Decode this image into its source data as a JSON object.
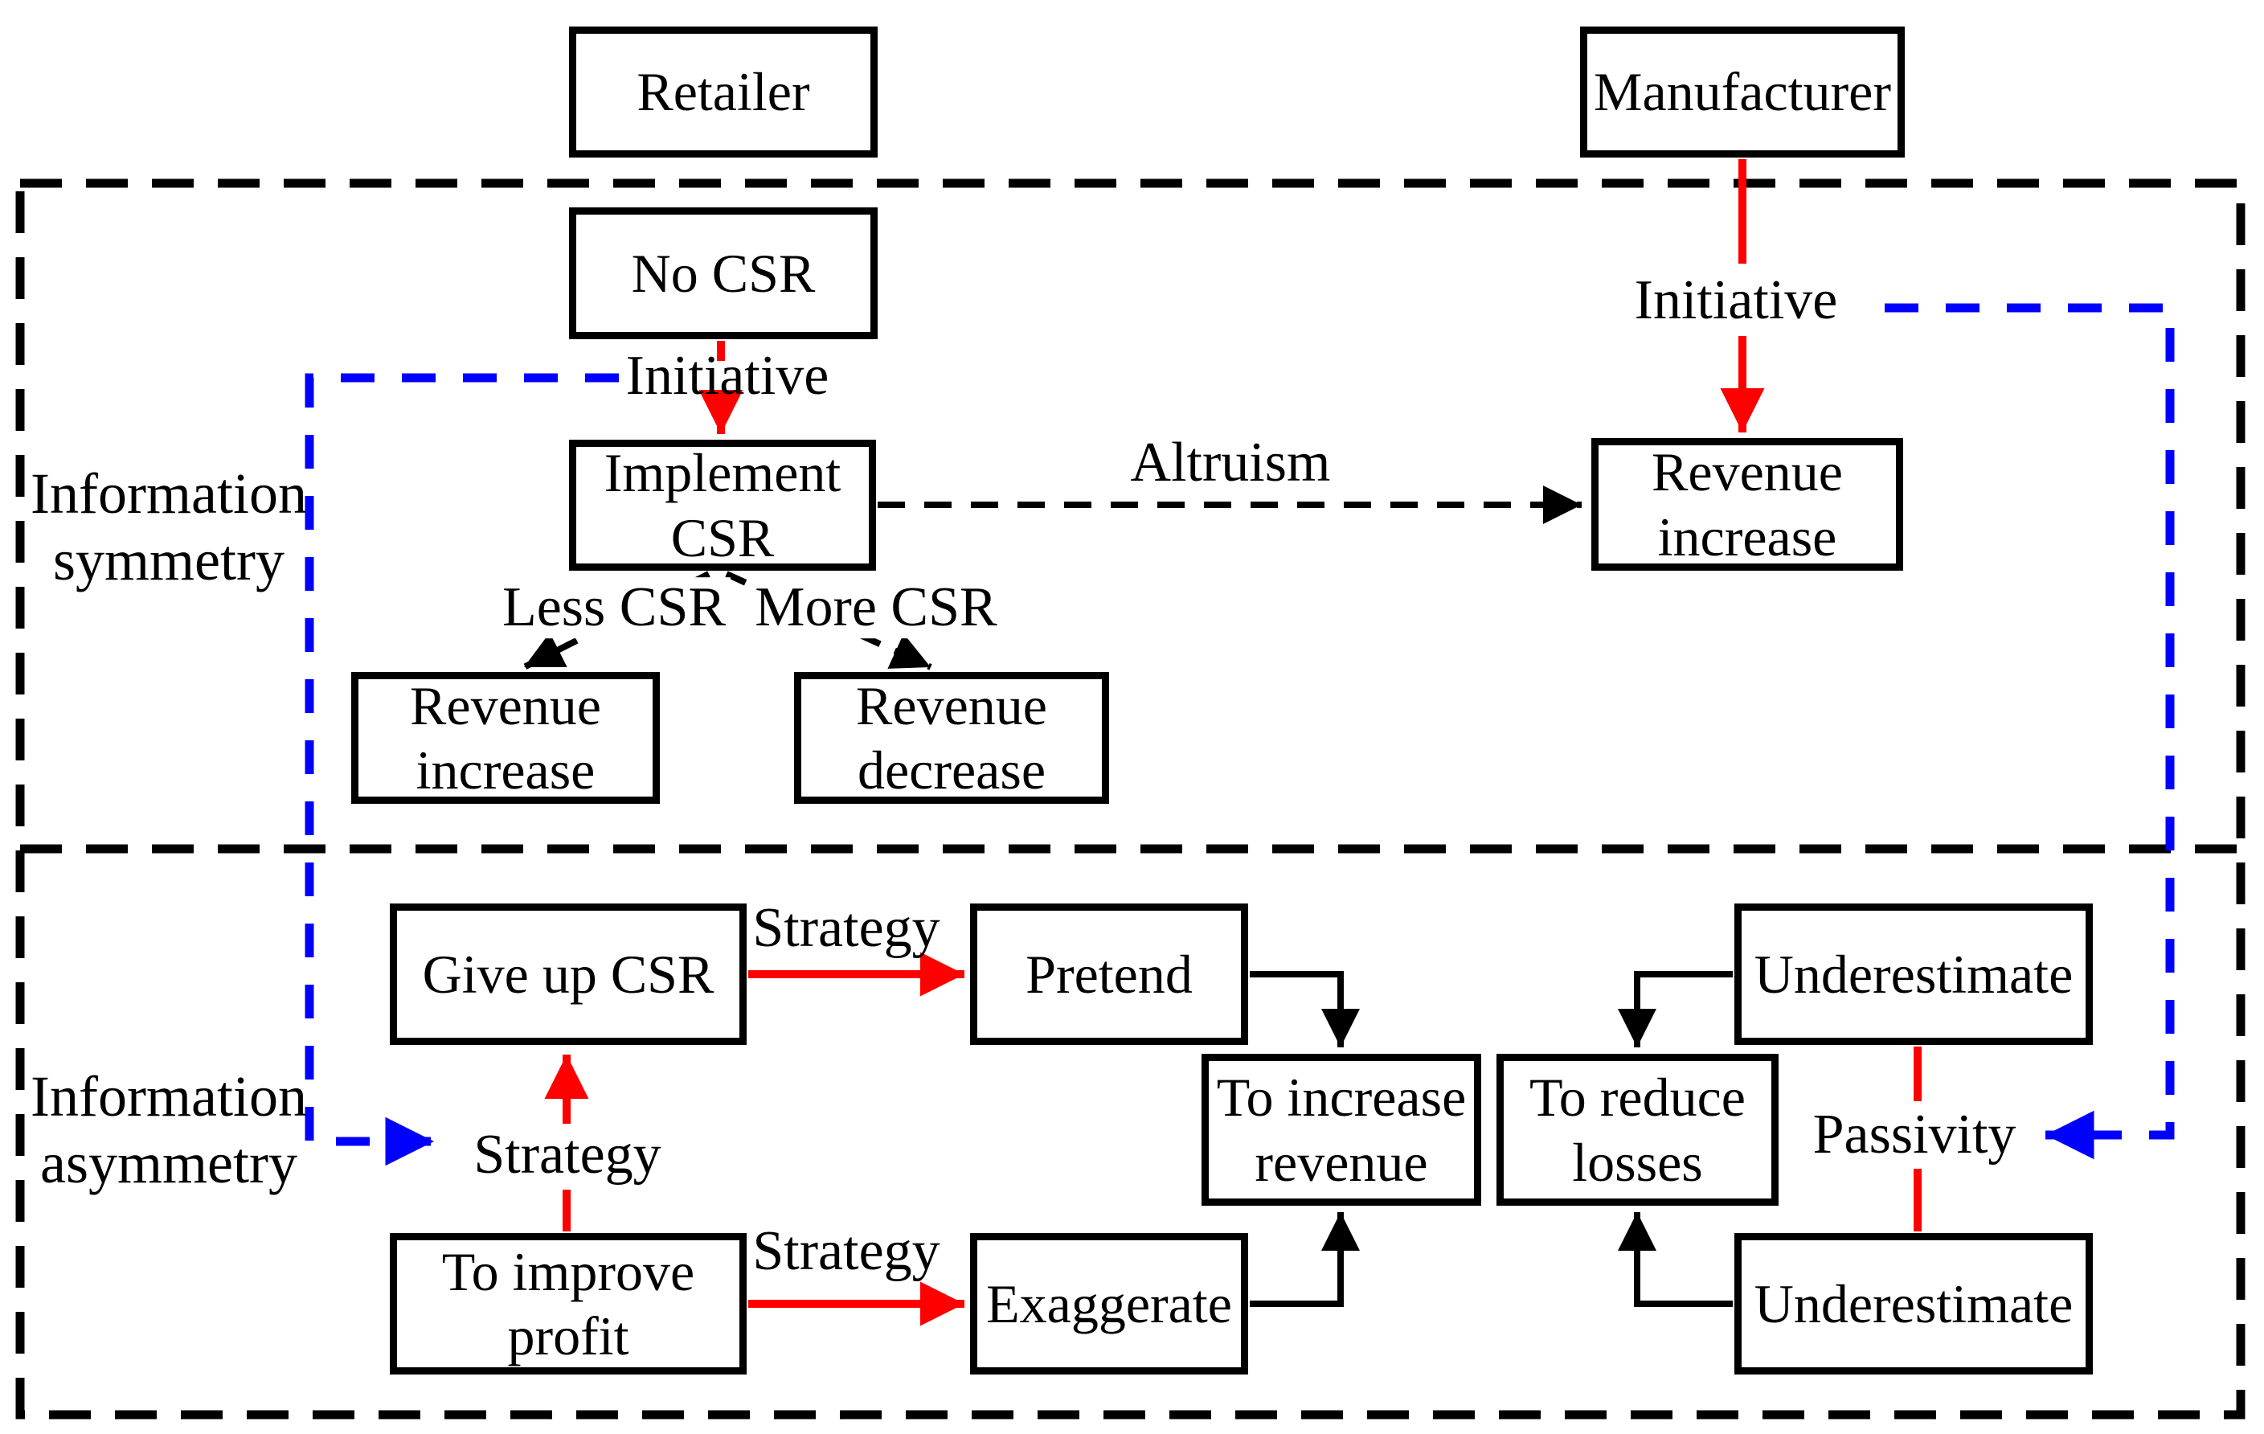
{
  "title": "CSR decision flow between Retailer and Manufacturer",
  "colors": {
    "line_black": "#000000",
    "arrow_red": "#ff0000",
    "arrow_blue": "#0000ff",
    "background": "#ffffff"
  },
  "regions": {
    "symmetry": {
      "label": "Information\nsymmetry"
    },
    "asymmetry": {
      "label": "Information\nasymmetry"
    }
  },
  "nodes": {
    "retailer": {
      "label": "Retailer"
    },
    "manufacturer": {
      "label": "Manufacturer"
    },
    "no_csr": {
      "label": "No CSR"
    },
    "implement_csr": {
      "label": "Implement\nCSR"
    },
    "revenue_increase_manufacturer": {
      "label": "Revenue\nincrease"
    },
    "revenue_increase_retailer": {
      "label": "Revenue\nincrease"
    },
    "revenue_decrease": {
      "label": "Revenue\ndecrease"
    },
    "give_up_csr": {
      "label": "Give up CSR"
    },
    "pretend": {
      "label": "Pretend"
    },
    "to_improve_profit": {
      "label": "To improve\nprofit"
    },
    "exaggerate": {
      "label": "Exaggerate"
    },
    "to_increase_revenue": {
      "label": "To increase\nrevenue"
    },
    "to_reduce_losses": {
      "label": "To reduce\nlosses"
    },
    "underestimate_top": {
      "label": "Underestimate"
    },
    "underestimate_bottom": {
      "label": "Underestimate"
    }
  },
  "edge_labels": {
    "initiative_retailer": "Initiative",
    "initiative_manufacturer": "Initiative",
    "altruism": "Altruism",
    "less_csr": "Less CSR",
    "more_csr": "More CSR",
    "strategy_give_up": "Strategy",
    "strategy_pretend": "Strategy",
    "strategy_exaggerate": "Strategy",
    "passivity": "Passivity"
  }
}
